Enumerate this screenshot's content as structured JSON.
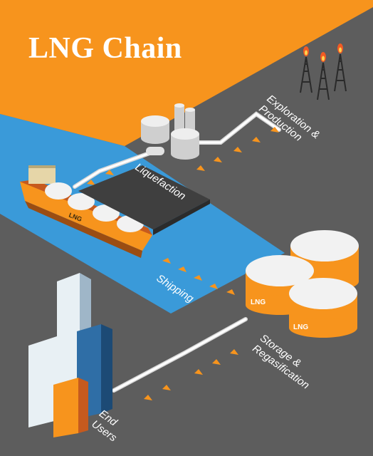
{
  "title": "LNG Chain",
  "stages": {
    "exploration": {
      "line1": "Exploration &",
      "line2": "Production"
    },
    "liquefaction": {
      "line1": "Liquefaction"
    },
    "shipping": {
      "line1": "Shipping"
    },
    "storage": {
      "line1": "Storage &",
      "line2": "Regasification"
    },
    "end_users": {
      "line1": "End",
      "line2": "Users"
    }
  },
  "tank_labels": [
    "LNG",
    "LNG"
  ],
  "ship_label": "LNG",
  "colors": {
    "orange": "#f7941d",
    "sea_blue": "#3a9ad9",
    "land_gray": "#5d5d5d",
    "white": "#ffffff",
    "flame": "#f15a24"
  },
  "icons": [
    "flare-tower-icon",
    "gas-plant-icon",
    "lng-tanker-icon",
    "storage-tank-icon",
    "city-buildings-icon",
    "flow-arrow-icon"
  ]
}
